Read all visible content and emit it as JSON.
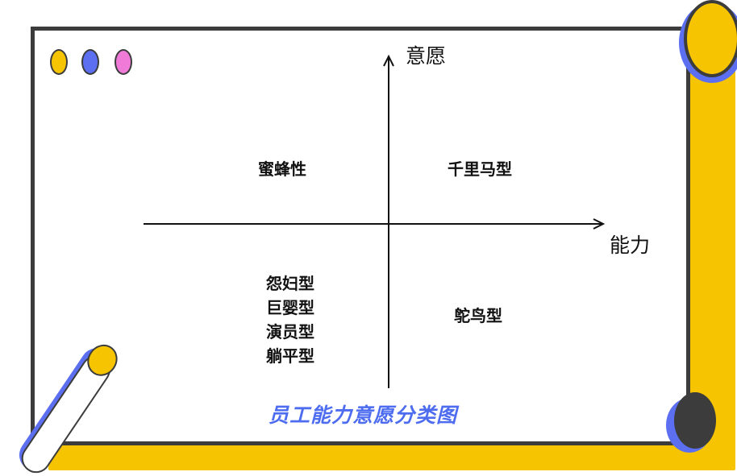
{
  "diagram": {
    "axis_y_label": "意愿",
    "axis_x_label": "能力",
    "quadrants": {
      "top_left": "蜜蜂性",
      "top_right": "千里马型",
      "bottom_left": [
        "怨妇型",
        "巨婴型",
        "演员型",
        "躺平型"
      ],
      "bottom_right": "鸵鸟型"
    },
    "caption": "员工能力意愿分类图"
  },
  "colors": {
    "yellow": "#f6c400",
    "blue": "#5b6ff0",
    "pink": "#f07ad8",
    "dark": "#3c3c3c",
    "caption": "#4d6cf0"
  }
}
